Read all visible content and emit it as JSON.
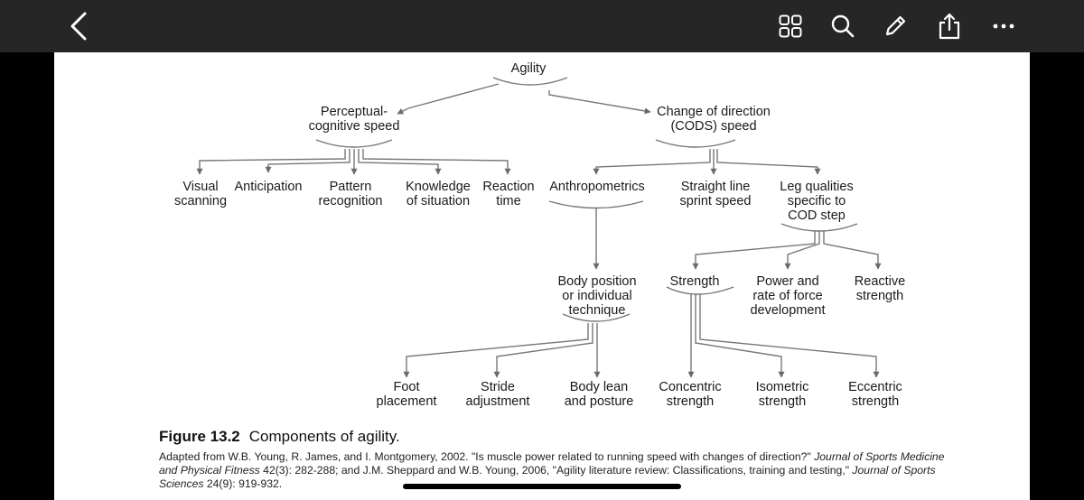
{
  "nodes": {
    "agility": "Agility",
    "perceptual": "Perceptual-\ncognitive speed",
    "cods": "Change of direction\n(CODS) speed",
    "visual": "Visual\nscanning",
    "anticipation": "Anticipation",
    "pattern": "Pattern\nrecognition",
    "knowledge": "Knowledge\nof situation",
    "reaction": "Reaction\ntime",
    "anthropometrics": "Anthropometrics",
    "straight": "Straight line\nsprint speed",
    "leg": "Leg qualities\nspecific to\nCOD step",
    "body_position": "Body position\nor individual\ntechnique",
    "strength": "Strength",
    "power": "Power and\nrate of force\ndevelopment",
    "reactive": "Reactive\nstrength",
    "foot": "Foot\nplacement",
    "stride": "Stride\nadjustment",
    "body_lean": "Body lean\nand posture",
    "concentric": "Concentric\nstrength",
    "isometric": "Isometric\nstrength",
    "eccentric": "Eccentric\nstrength"
  },
  "caption": {
    "number": "Figure 13.2",
    "title": "Components of agility."
  },
  "credit": {
    "part1": "Adapted from W.B. Young, R. James, and I. Montgomery, 2002. \"Is muscle power related to running speed with changes of direction?\" ",
    "journal1": "Journal of Sports Medicine and Physical Fitness",
    "part2": " 42(3): 282-288; and J.M. Sheppard and W.B. Young, 2006, \"Agility literature review: Classifications, training and testing,\" ",
    "journal2": "Journal of Sports Sciences",
    "part3": " 24(9): 919-932."
  },
  "toolbar_icons": [
    "back-chevron-icon",
    "grid-icon",
    "search-icon",
    "pencil-icon",
    "share-icon",
    "more-icon"
  ],
  "colors": {
    "toolbar": "#262626",
    "icon": "#ffffff",
    "line": "#777777"
  }
}
